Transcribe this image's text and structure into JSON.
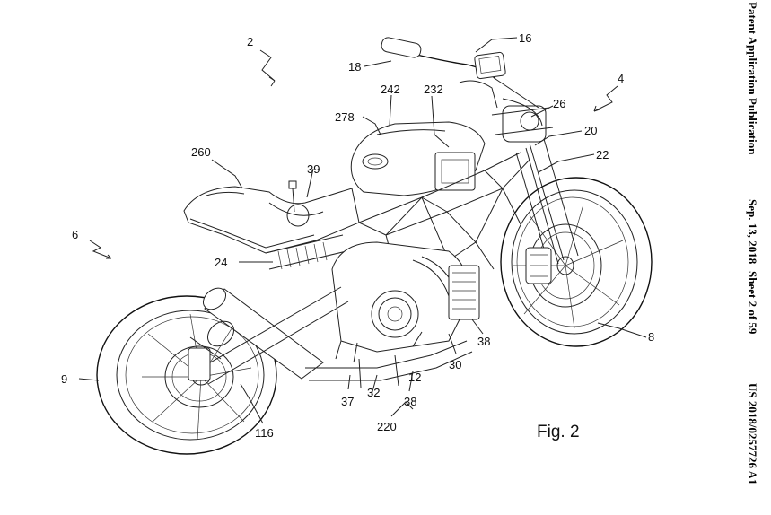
{
  "header": {
    "title": "Patent Application Publication",
    "date": "Sep. 13, 2018",
    "sheet": "Sheet 2 of 59",
    "publication_number": "US 2018/0257726 A1"
  },
  "figure": {
    "caption": "Fig. 2",
    "reference_numerals": {
      "r2": "2",
      "r4": "4",
      "r6": "6",
      "r8": "8",
      "r9": "9",
      "r12": "12",
      "r16": "16",
      "r18": "18",
      "r20": "20",
      "r22": "22",
      "r24": "24",
      "r26": "26",
      "r30": "30",
      "r32": "32",
      "r37": "37",
      "r38a": "38",
      "r38b": "38",
      "r39": "39",
      "r116": "116",
      "r220": "220",
      "r232": "232",
      "r242": "242",
      "r260": "260",
      "r278": "278"
    }
  }
}
